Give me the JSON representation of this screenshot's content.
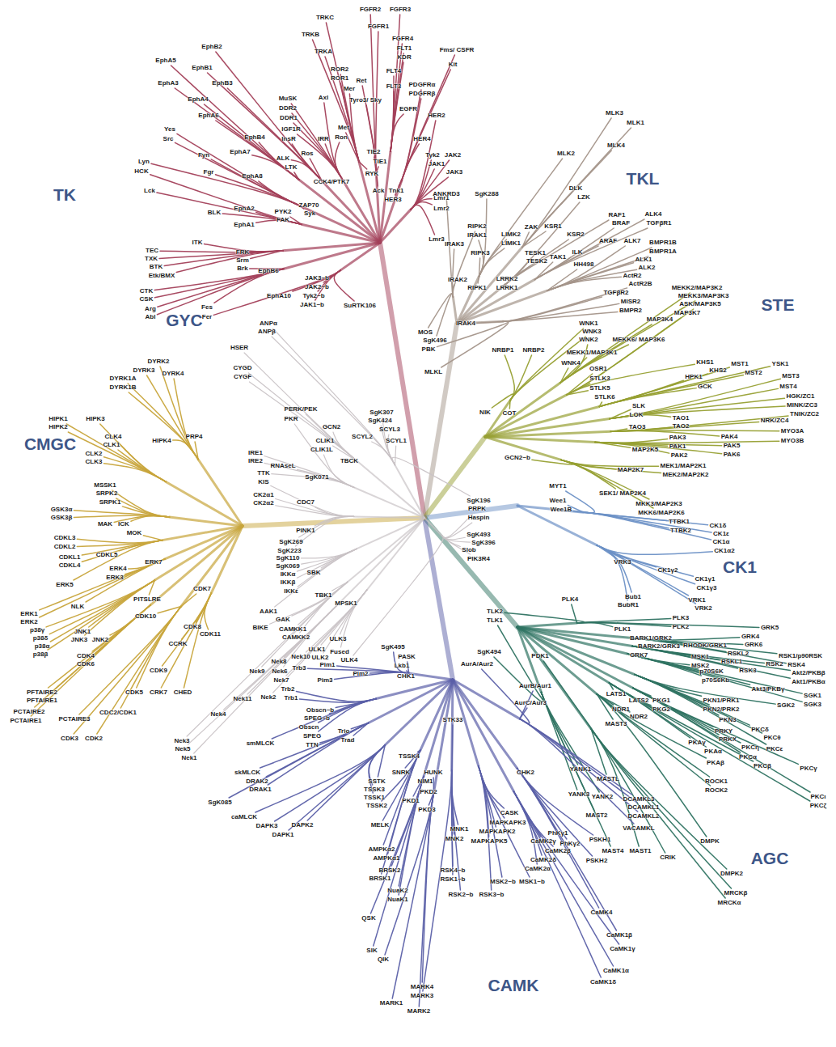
{
  "diagram": {
    "labels": [
      "TK",
      "TKL",
      "STE",
      "CK1",
      "AGC",
      "CAMK",
      "CMGC",
      "GYC",
      "FGFR2",
      "FGFR3",
      "TRKC",
      "FGFR1",
      "TRKB",
      "FGFR4",
      "FLT1",
      "KDR",
      "Fms/ CSFR",
      "Kit",
      "TRKA",
      "EphB2",
      "EphB1",
      "EphA5",
      "EphA3",
      "EphB3",
      "EphA4",
      "EphA6",
      "MuSK",
      "DDR2",
      "DDR1",
      "ROR2",
      "ROR1",
      "Ret",
      "FLT4",
      "Mer",
      "Axl",
      "Tyro3/ Sky",
      "FLT3",
      "PDGFRα",
      "PDGFRβ",
      "EGFR",
      "HER2",
      "IGF1R",
      "InsR",
      "IRR",
      "Met",
      "Ron",
      "Yes",
      "Src",
      "EphB4",
      "Fyn",
      "EphA7",
      "ALK",
      "Ros",
      "LTK",
      "TIE2",
      "TIE1",
      "HER4",
      "Tyk2",
      "JAK2",
      "JAK1",
      "JAK3",
      "Lyn",
      "HCK",
      "Fgr",
      "EphA8",
      "RYK",
      "CCK4/PTK7",
      "Lck",
      "Ack",
      "Tnk1",
      "HER3",
      "Lmr1",
      "Lmr2",
      "ZAP70",
      "Syk",
      "PYK2",
      "FAK",
      "BLK",
      "EphA2",
      "EphA1",
      "Lmr3",
      "ITK",
      "TEC",
      "TXK",
      "BTK",
      "Etk/BMX",
      "FRK",
      "Srm",
      "Brk",
      "EphB6",
      "CTK",
      "CSK",
      "Arg",
      "Abl",
      "Fes",
      "Fer",
      "EphA10",
      "JAK3~b",
      "JAK2~b",
      "Tyk2~b",
      "JAK1~b",
      "SuRTK106",
      "MLK3",
      "MLK1",
      "MLK2",
      "MLK4",
      "DLK",
      "LZK",
      "ANKRD3",
      "SgK288",
      "ZAK",
      "KSR1",
      "KSR2",
      "RAF1",
      "BRAF",
      "ALK4",
      "TGFβR1",
      "ARAF",
      "ALK7",
      "BMPR1B",
      "BMPR1A",
      "ALK1",
      "ALK2",
      "ActR2",
      "ActR2B",
      "TGFβR2",
      "MISR2",
      "BMPR2",
      "RIPK2",
      "IRAK1",
      "LIMK2",
      "LIMK1",
      "IRAK3",
      "RIPK3",
      "TESK1",
      "TESK2",
      "TAK1",
      "ILK",
      "HH498",
      "IRAK2",
      "LRRK2",
      "RIPK1",
      "LRRK1",
      "IRAK4",
      "MOS",
      "SgK496",
      "PBK",
      "MLKL",
      "MEKK2/MAP3K2",
      "MEKK3/MAP3K3",
      "ASK/MAP3K5",
      "MAP3K7",
      "MAP3K4",
      "MEKK6/ MAP3K6",
      "WNK1",
      "WNK3",
      "WNK2",
      "MEKK1/MAP3K1",
      "WNK4",
      "NRBP1",
      "NRBP2",
      "OSR1",
      "STLK3",
      "STLK5",
      "STLK6",
      "KHS1",
      "KHS2",
      "HPK1",
      "GCK",
      "MST1",
      "MST2",
      "YSK1",
      "MST3",
      "MST4",
      "HGK/ZC1",
      "MINK/ZC3",
      "TNIK/ZC2",
      "NRK/ZC4",
      "MYO3A",
      "MYO3B",
      "SLK",
      "LOK",
      "TAO3",
      "TAO1",
      "TAO2",
      "PAK3",
      "PAK1",
      "PAK2",
      "PAK4",
      "PAK5",
      "PAK6",
      "MAP2K5",
      "MAP2K7",
      "MEK1/MAP2K1",
      "MEK2/MAP2K2",
      "SEK1/ MAP2K4",
      "MKK3/MAP2K3",
      "MKK6/MAP2K6",
      "NIK",
      "COT",
      "GCN2~b",
      "MYT1",
      "Wee1",
      "Wee1B",
      "TTBK1",
      "TTBK2",
      "CK1δ",
      "CK1ε",
      "CK1α",
      "CK1α2",
      "VRK3",
      "CK1γ2",
      "CK1γ1",
      "CK1γ3",
      "Bub1",
      "BubR1",
      "VRK1",
      "VRK2",
      "PLK4",
      "TLK2",
      "TLK1",
      "PLK3",
      "PLK2",
      "PLK1",
      "BARK1/GRK2",
      "BARK2/GRK3",
      "GRK7",
      "RHODK/GRK1",
      "GRK5",
      "GRK4",
      "GRK6",
      "RSKL2",
      "RSKL1",
      "SgK494",
      "PDK1",
      "MSK1",
      "MSK2",
      "RSK1/p90RSK",
      "RSK2",
      "RSK3",
      "RSK4",
      "Akt2/PKBβ",
      "Akt1/PKBα",
      "Akt3/PKBγ",
      "p70S6K",
      "p70S6Kb",
      "SGK1",
      "SGK3",
      "SGK2",
      "LATS1",
      "LATS2",
      "NDR1",
      "NDR2",
      "MAST3",
      "PKG1",
      "PKG2",
      "PKN1/PRK1",
      "PKN2/PRK2",
      "PKN3",
      "PRKY",
      "PRKX",
      "PKCδ",
      "PKCθ",
      "PKCη",
      "PKCε",
      "PKCα",
      "PKCβ",
      "PKCγ",
      "PKAγ",
      "PKAα",
      "PKAβ",
      "PKCι",
      "PKCζ",
      "YANK1",
      "MASTL",
      "YANK3",
      "YANK2",
      "MAST2",
      "MAST4",
      "MAST1",
      "ROCK1",
      "ROCK2",
      "CRIK",
      "DMPK",
      "DMPK2",
      "MRCKβ",
      "MRCKα",
      "AurA/Aur2",
      "AurB/Aur1",
      "AurC/Aur3",
      "STK33",
      "Trio",
      "Trad",
      "Obscn~b",
      "SPEG~b",
      "Obscn",
      "SPEG",
      "TTN",
      "smMLCK",
      "TSSK4",
      "HUNK",
      "SNRK",
      "NIM1",
      "SSTK",
      "TSSK3",
      "TSSK1",
      "TSSK2",
      "PKD2",
      "PKD1",
      "PKD3",
      "MELK",
      "CHK2",
      "CASK",
      "MAPKAPK3",
      "MAPKAPK2",
      "MAPKAPK5",
      "MNK1",
      "MNK2",
      "PhKγ1",
      "PhKγ2",
      "CaMK2γ",
      "CaMK2β",
      "CaMK2δ",
      "CaMK2α",
      "DCAMKL3",
      "DCAMKL1",
      "DCAMKL2",
      "VACAMKL",
      "PSKH1",
      "PSKH2",
      "AMPKα2",
      "AMPKα1",
      "BRSK2",
      "BRSK1",
      "NuaK2",
      "NuaK1",
      "RSK4~b",
      "RSK1~b",
      "MSK2~b",
      "MSK1~b",
      "RSK2~b",
      "RSK3~b",
      "QSK",
      "SIK",
      "QIK",
      "MARK4",
      "MARK3",
      "MARK1",
      "MARK2",
      "CaMK4",
      "CaMK1β",
      "CaMK1γ",
      "CaMK1α",
      "CaMK1δ",
      "skMLCK",
      "DRAK2",
      "DRAK1",
      "SgK085",
      "caMLCK",
      "DAPK3",
      "DAPK2",
      "DAPK1",
      "Trb3",
      "Pim1",
      "Pim2",
      "Pim3",
      "Trb2",
      "Trb1",
      "SgK495",
      "PASK",
      "Lkb1",
      "CHK1",
      "DYRK2",
      "DYRK3",
      "DYRK1A",
      "DYRK1B",
      "DYRK4",
      "HIPK1",
      "HIPK2",
      "HIPK3",
      "HIPK4",
      "PRP4",
      "CLK4",
      "CLK1",
      "CLK2",
      "CLK3",
      "MSSK1",
      "SRPK2",
      "SRPK1",
      "GSK3α",
      "GSK3β",
      "MAK",
      "ICK",
      "MOK",
      "CDKL3",
      "CDKL2",
      "CDKL1",
      "CDKL4",
      "CDKL5",
      "ERK4",
      "ERK3",
      "ERK7",
      "ERK5",
      "NLK",
      "ERK1",
      "ERK2",
      "p38γ",
      "p38δ",
      "p38α",
      "p38β",
      "JNK1",
      "JNK3",
      "JNK2",
      "PITSLRE",
      "CDK10",
      "CDK7",
      "CDK8",
      "CDK11",
      "CCRK",
      "CDK4",
      "CDK6",
      "CDK9",
      "PFTAIRE2",
      "PFTAIRE1",
      "PCTAIRE2",
      "PCTAIRE1",
      "PCTAIRE3",
      "CDK5",
      "CRK7",
      "CHED",
      "CDC2/CDK1",
      "CDK3",
      "CDK2",
      "SgK196",
      "PRPK",
      "Haspin",
      "SgK493",
      "SgK396",
      "Slob",
      "PIK3R4",
      "Nek3",
      "Nek5",
      "Nek1",
      "Nek4",
      "Nek11",
      "Nek2",
      "Nek8",
      "Nek9",
      "Nek6",
      "Nek7",
      "Nek10",
      "Fused",
      "ULK4",
      "ULK1",
      "ULK2",
      "ULK3",
      "CAMKK1",
      "CAMKK2",
      "GAK",
      "AAK1",
      "BIKE",
      "MPSK1",
      "TBK1",
      "IKKε",
      "IKKα",
      "IKKβ",
      "SBK",
      "SgK110",
      "SgK069",
      "SgK269",
      "SgK223",
      "PINK1",
      "CDC7",
      "CK2α1",
      "CK2α2",
      "TTK",
      "KIS",
      "IRE1",
      "IRE2",
      "RNAseL",
      "SgK071",
      "CLIK1",
      "CLIK1L",
      "TBCK",
      "PERK/PEK",
      "PKR",
      "GCN2",
      "SgK307",
      "SgK424",
      "SCYL3",
      "SCYL1",
      "SCYL2",
      "ANPα",
      "ANPβ",
      "HSER",
      "CYGD",
      "CYGF"
    ]
  }
}
